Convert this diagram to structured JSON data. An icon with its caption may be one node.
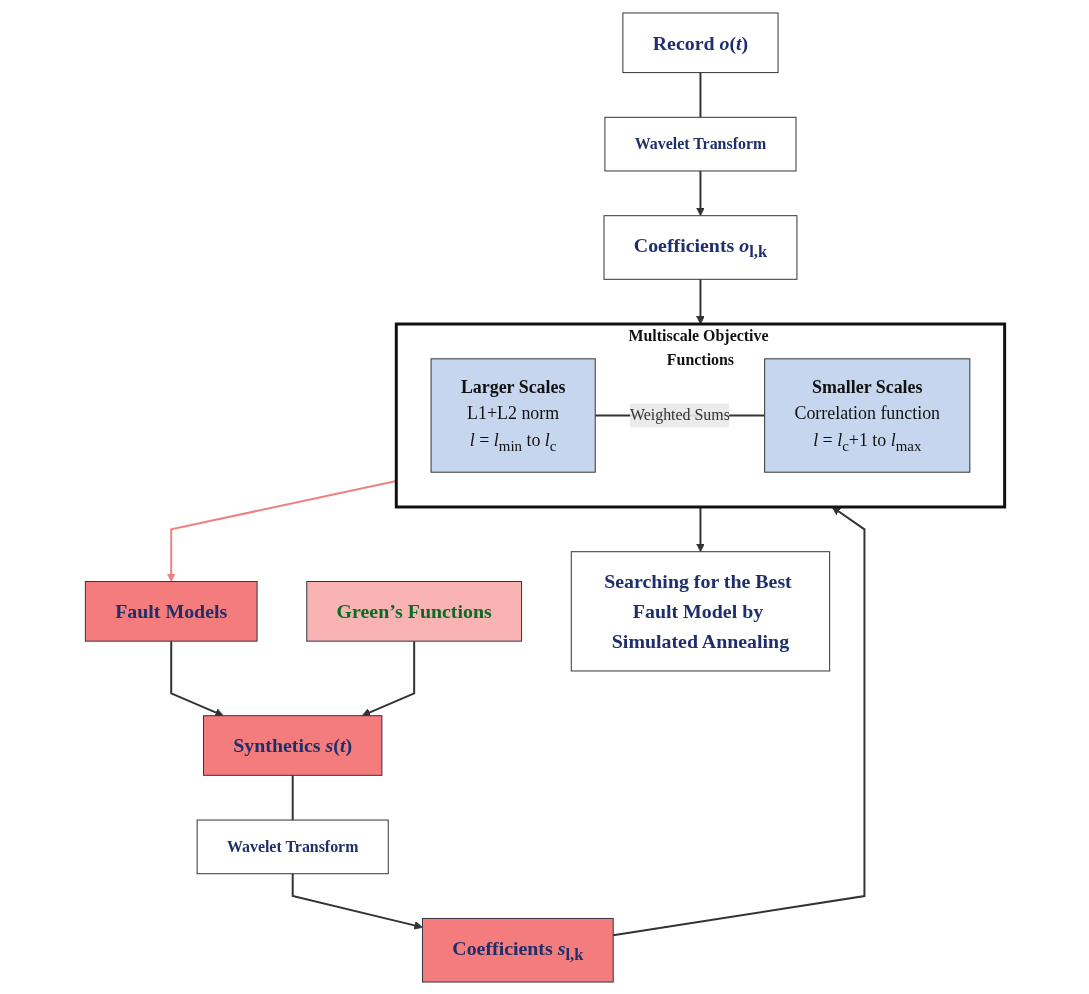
{
  "diagram": {
    "nodes": [
      {
        "text": [
          "Fault Models"
        ]
      },
      {
        "text": [
          "Green’s Functions"
        ]
      },
      {
        "text": [
          "Record *o*(*t*)"
        ]
      },
      {
        "text": [
          "Synthetics *s*(*t*)"
        ]
      },
      {
        "text": [
          "Wavelet Transform"
        ]
      },
      {
        "text": [
          "Wavelet Transform"
        ]
      },
      {
        "text": [
          "Coefficients *o*$_{l,k}$"
        ]
      },
      {
        "text": [
          "Coefficients *s*$_{l,k}$"
        ]
      },
      {
        "text": [
          "Multiscale Objective Functions"
        ]
      },
      {
        "text": [
          "Larger Scales",
          "L1+L2 norm",
          "*l* = *l*$_{min}$ to *l*$_{c}$"
        ],
        "in": 8
      },
      {
        "text": [
          "Smaller Scales",
          "Correlation function",
          "*l* = *l*$_{c}$+1 to *l*$_{max}$"
        ],
        "in": 8
      },
      {
        "text": [
          "Searching for the Best Fault Model by Simulated Annealing"
        ]
      }
    ],
    "edges": [
      {
        "from": 0,
        "to": 3,
        "arrow": "to"
      },
      {
        "from": 1,
        "to": 3,
        "arrow": "to"
      },
      {
        "from": 2,
        "to": 4,
        "arrow": "none"
      },
      {
        "from": 4,
        "to": 6,
        "arrow": "to"
      },
      {
        "from": 3,
        "to": 5,
        "arrow": "none"
      },
      {
        "from": 5,
        "to": 7,
        "arrow": "to"
      },
      {
        "from": 6,
        "to": 8,
        "arrow": "to"
      },
      {
        "from": 7,
        "to": 8,
        "arrow": "to"
      },
      {
        "from": 9,
        "to": 10,
        "arrow": "none",
        "label": "Weighted Sums"
      },
      {
        "from": 8,
        "to": 11,
        "arrow": "to"
      },
      {
        "from": 8,
        "to": 0,
        "arrow": "to",
        "color": "#f08080"
      }
    ]
  }
}
